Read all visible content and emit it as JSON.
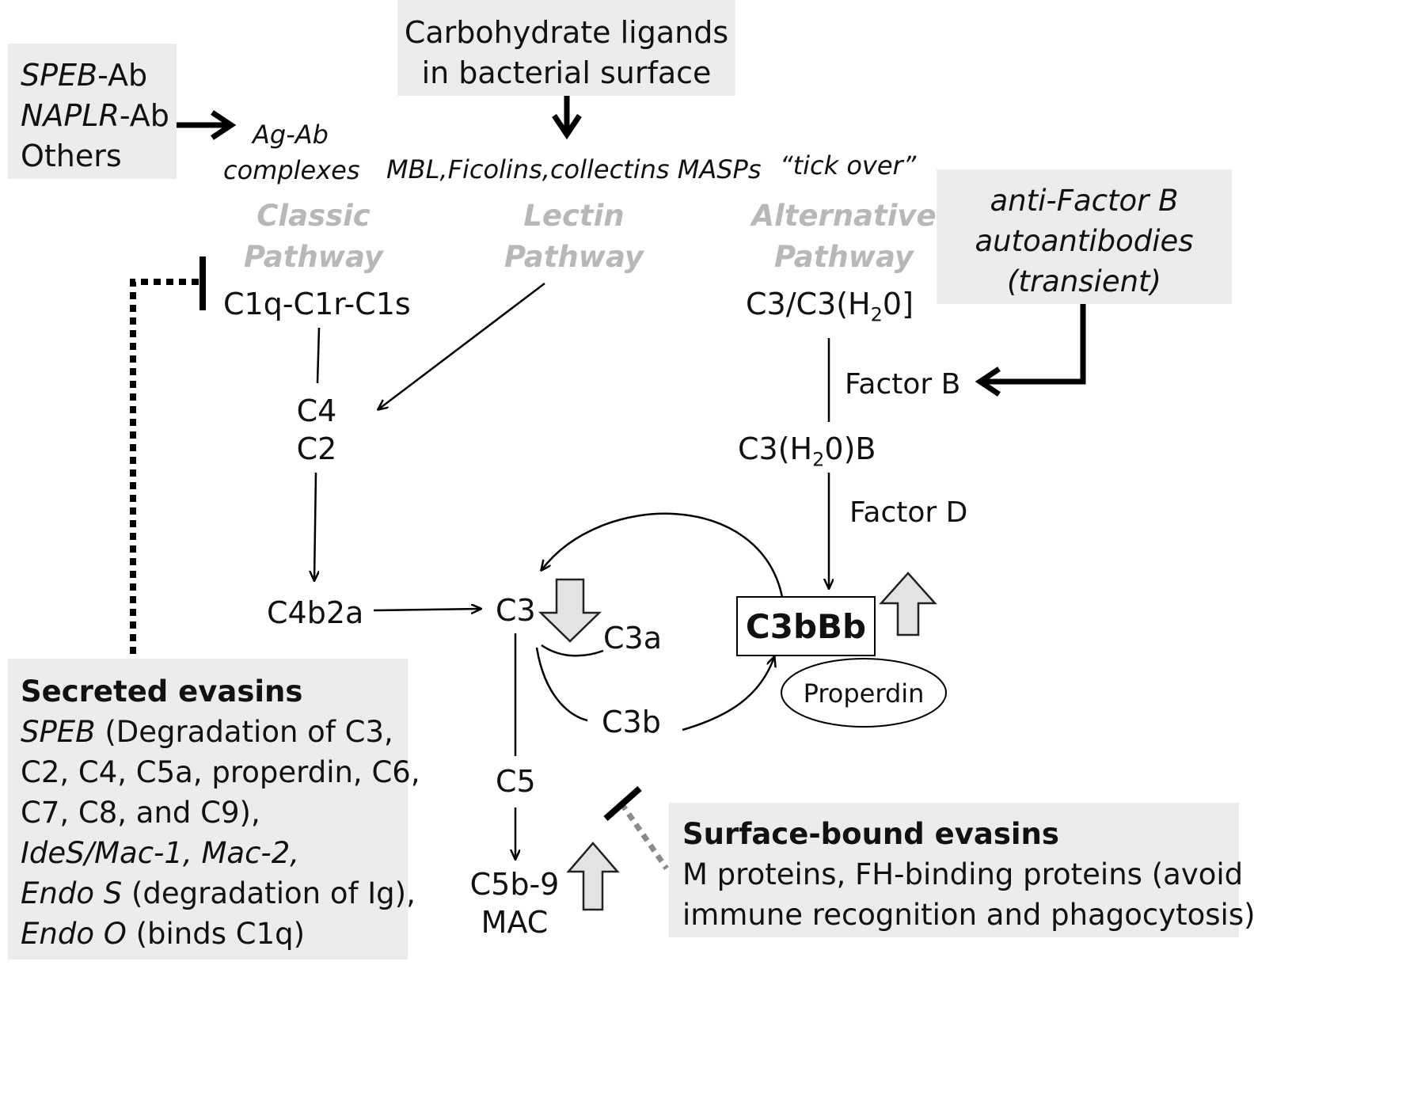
{
  "antibody_box": {
    "line1_italic": "SPEB",
    "line1_rest": "-Ab",
    "line2_italic": "NAPLR",
    "line2_rest": "-Ab",
    "line3": "Others"
  },
  "carb_box": {
    "line1": "Carbohydrate ligands",
    "line2": "in bacterial surface"
  },
  "anti_fb_box": {
    "line1": "anti-Factor B",
    "line2": "autoantibodies",
    "line3": "(transient)"
  },
  "triggers": {
    "agab_line1": "Ag-Ab",
    "agab_line2": "complexes",
    "lectin": "MBL,Ficolins,collectins MASPs",
    "tickover": "“tick over”"
  },
  "pathways": {
    "classic": [
      "Classic",
      "Pathway"
    ],
    "lectin": [
      "Lectin",
      "Pathway"
    ],
    "alternative": [
      "Alternative",
      "Pathway"
    ]
  },
  "nodes": {
    "c1": "C1q-C1r-C1s",
    "c4": "C4",
    "c2": "C2",
    "c4b2a": "C4b2a",
    "c3": "C3",
    "c3a": "C3a",
    "c3b": "C3b",
    "c5": "C5",
    "c5b9": "C5b-9",
    "mac": "MAC",
    "c3h2o_pre": "C3/C3(H",
    "c3h2o_sub": "2",
    "c3h2o_post": "0]",
    "factor_b": "Factor B",
    "c3h2ob_pre": "C3(H",
    "c3h2ob_sub": "2",
    "c3h2ob_post": "0)B",
    "factor_d": "Factor D",
    "c3bbb": "C3bBb",
    "properdin": "Properdin"
  },
  "secreted_box": {
    "title": "Secreted  evasins",
    "l1_italic": "SPEB",
    "l1_rest": " (Degradation of C3,",
    "l2": "C2, C4, C5a, properdin, C6,",
    "l3": "C7, C8, and C9),",
    "l4_italic": "IdeS/Mac-1, Mac-2,",
    "l5_italic": "Endo S",
    "l5_rest": " (degradation of Ig),",
    "l6_italic": "Endo O",
    "l6_rest": " (binds C1q)"
  },
  "surface_box": {
    "title": "Surface-bound  evasins",
    "l1": "M proteins, FH-binding proteins (avoid",
    "l2": "immune recognition and phagocytosis)"
  }
}
